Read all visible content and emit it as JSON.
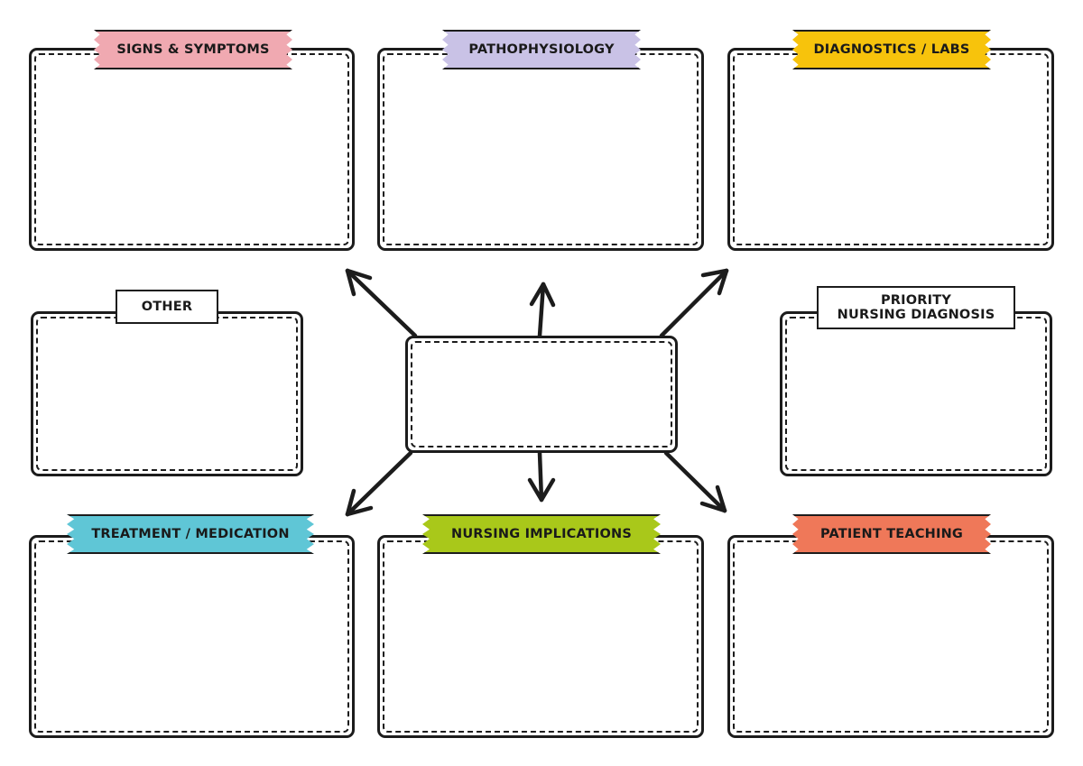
{
  "colors": {
    "signs_symptoms": "#f0a9b1",
    "pathophysiology": "#c9c2e6",
    "diagnostics_labs": "#f7c30c",
    "treatment_medication": "#5fc6d6",
    "nursing_implications": "#a9c81a",
    "patient_teaching": "#ef7859",
    "other": "#ffffff",
    "priority_nursing_diagnosis": "#ffffff",
    "ink": "#1c1c1c"
  },
  "sections": {
    "signs_symptoms": "SIGNS & SYMPTOMS",
    "pathophysiology": "PATHOPHYSIOLOGY",
    "diagnostics_labs": "DIAGNOSTICS / LABS",
    "other": "OTHER",
    "priority_line1": "PRIORITY",
    "priority_line2": "NURSING DIAGNOSIS",
    "treatment_medication": "TREATMENT / MEDICATION",
    "nursing_implications": "NURSING IMPLICATIONS",
    "patient_teaching": "PATIENT TEACHING"
  }
}
